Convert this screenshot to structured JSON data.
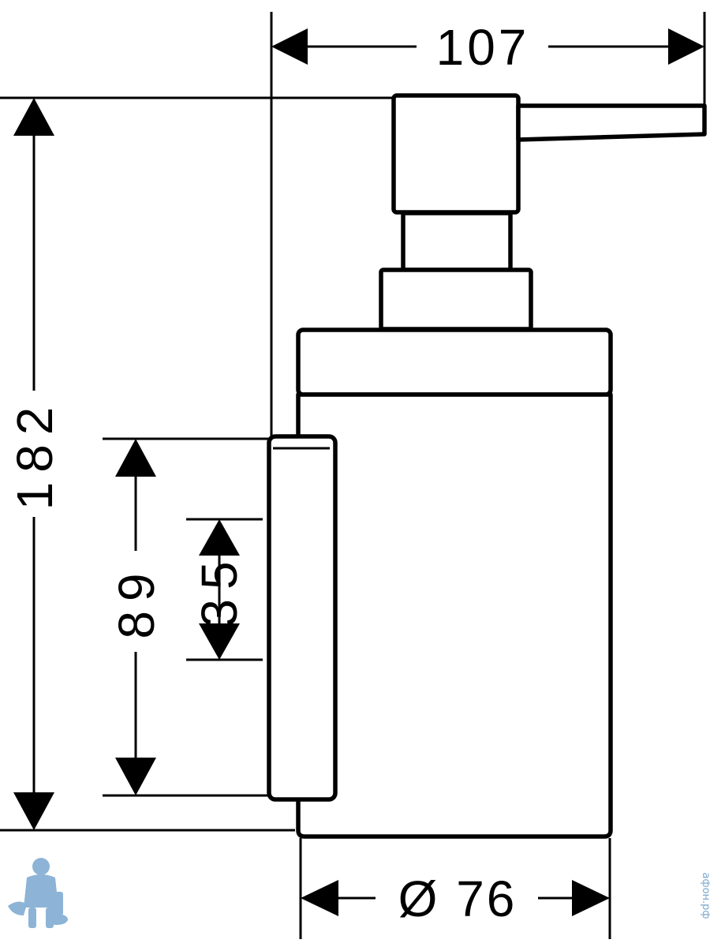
{
  "dimensions": {
    "width_total": "107",
    "height_total": "182",
    "mount_height": "89",
    "mount_offset": "35",
    "diameter": "Ø 76"
  },
  "watermark": {
    "site_text": "афон.рф",
    "mascot_icon": "plumber-mascot-icon",
    "color": "#7aa7cf"
  }
}
